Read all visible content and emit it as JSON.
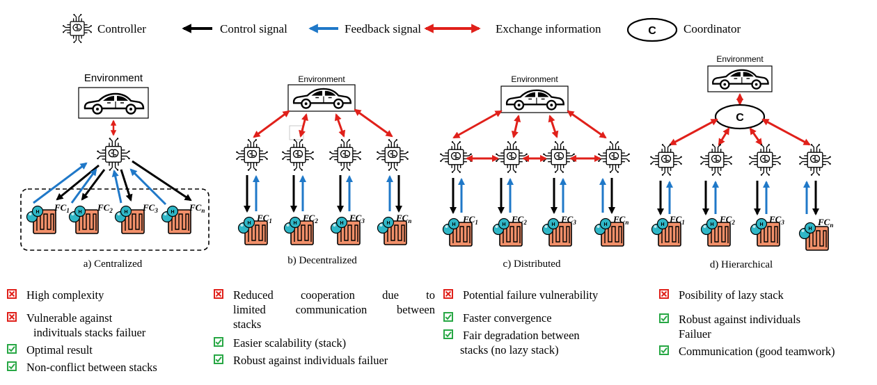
{
  "legend": {
    "controller": "Controller",
    "control_signal": "Control signal",
    "feedback_signal": "Feedback signal",
    "exchange_information": "Exchange information",
    "coordinator_letter": "C",
    "coordinator": "Coordinator"
  },
  "environment_label": "Environment",
  "coordinator_letter": "C",
  "fc": {
    "fc1": "FC",
    "s1": "1",
    "s2": "2",
    "s3": "3",
    "sn": "n"
  },
  "panels": {
    "a": {
      "caption": "a) Centralized"
    },
    "b": {
      "caption": "b) Decentralized"
    },
    "c": {
      "caption": "c) Distributed"
    },
    "d": {
      "caption": "d) Hierarchical"
    }
  },
  "lists": {
    "a": {
      "items": [
        {
          "type": "con",
          "text": "High complexity"
        },
        {
          "type": "con",
          "text": "Vulnerable against",
          "text2": "indivituals stacks failuer"
        },
        {
          "type": "pro",
          "text": "Optimal result"
        },
        {
          "type": "pro",
          "text": "Non-conflict between stacks"
        }
      ]
    },
    "b": {
      "items": [
        {
          "type": "con",
          "text": "Reduced cooperation due to",
          "text2": "limited communication between",
          "text3": "stacks"
        },
        {
          "type": "pro",
          "text": "Easier scalability (stack)"
        },
        {
          "type": "pro",
          "text": "Robust against individuals failuer"
        }
      ]
    },
    "c": {
      "items": [
        {
          "type": "con",
          "text": "Potential failure vulnerability"
        },
        {
          "type": "pro",
          "text": "Faster convergence"
        },
        {
          "type": "pro",
          "text": "Fair degradation between",
          "text2": "stacks (no lazy stack)"
        }
      ]
    },
    "d": {
      "items": [
        {
          "type": "con",
          "text": "Posibility of lazy stack"
        },
        {
          "type": "pro",
          "text": "Robust against individuals",
          "text2": "Failuer"
        },
        {
          "type": "pro",
          "text": "Communication (good teamwork)"
        }
      ]
    }
  },
  "colors": {
    "control": "#000000",
    "feedback": "#1f78c8",
    "exchange": "#e0201a",
    "stack": "#f2906a",
    "hydrogen": "#2fb7c7",
    "pro": "#27a744",
    "con": "#e0201a"
  }
}
